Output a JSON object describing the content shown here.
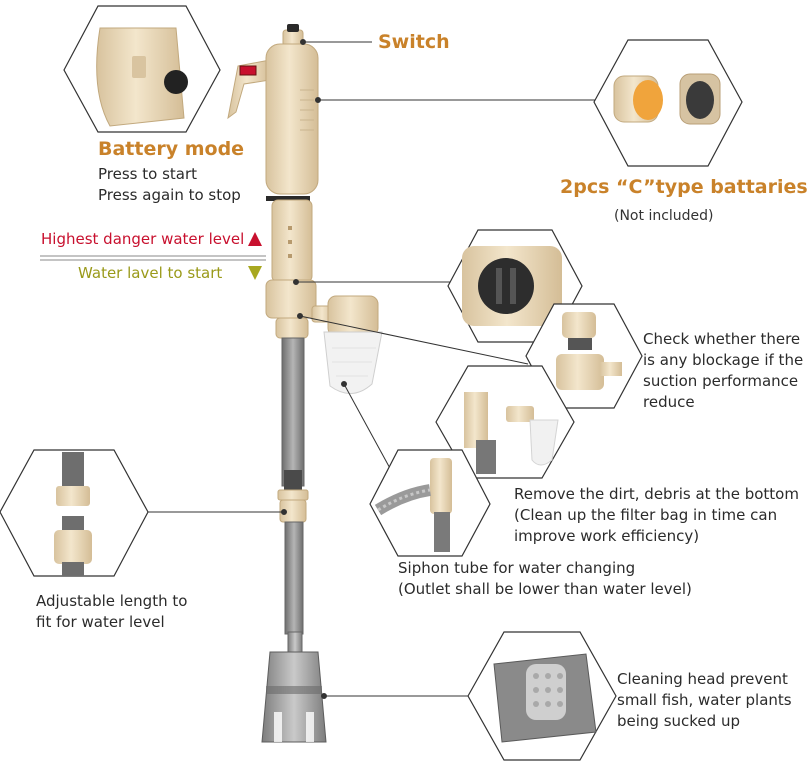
{
  "labels": {
    "switch": "Switch",
    "battery_mode_title": "Battery mode",
    "battery_mode_lines": [
      "Press to start",
      "Press again to stop"
    ],
    "batteries_title": "2pcs “C”type battaries",
    "batteries_note": "(Not included)",
    "highest_danger": "Highest danger water level",
    "water_level_start": "Water lavel to start",
    "check_blockage": [
      "Check whether there",
      "is any blockage if the",
      "suction performance",
      "reduce"
    ],
    "remove_dirt": [
      "Remove the dirt, debris at the bottom",
      "(Clean up the filter bag in time can",
      "improve work efficiency)"
    ],
    "siphon": [
      "Siphon tube for water changing",
      "(Outlet shall be lower than water level)"
    ],
    "adjustable": [
      "Adjustable length to",
      "fit for water level"
    ],
    "cleaning_head": [
      "Cleaning head prevent",
      "small fish, water plants",
      "being sucked up"
    ]
  },
  "colors": {
    "body_beige": "#ecdcbf",
    "body_shade": "#d9c4a0",
    "tube_gray": "#8b8b8b",
    "accent_orange": "#c9822a",
    "danger_red": "#c8102e",
    "start_olive": "#a8a820",
    "leader_line": "#333333",
    "hexagon_stroke": "#333333"
  },
  "icons": {
    "danger": "red-up-triangle-icon",
    "start": "olive-down-triangle-icon"
  }
}
